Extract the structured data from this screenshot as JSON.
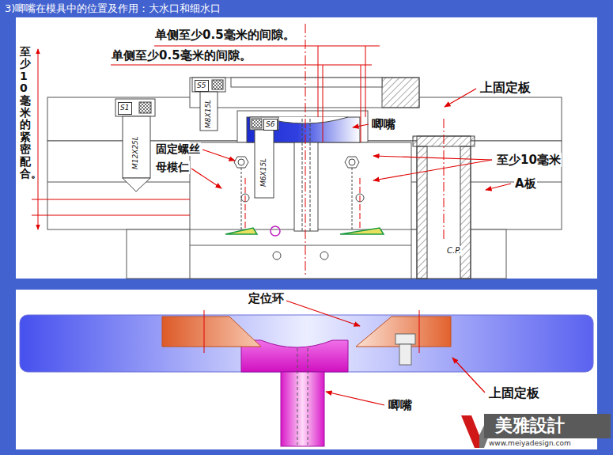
{
  "diagram": {
    "title": "3)唧嘴在模具中的位置及作用：大水口和细水口",
    "nodes": [
      {
        "text": [
          "S1"
        ]
      },
      {
        "text": [
          "S5"
        ]
      },
      {
        "text": [
          "S6"
        ]
      }
    ],
    "labels": [
      "单侧至少0.5毫米的间隙。",
      "单侧至少0.5毫米的间隙。",
      "至少10毫米的紧密配合。",
      "上固定板",
      "唧嘴",
      "固定螺丝",
      "母模仁",
      "至少10毫米",
      "A板",
      "M12X25L",
      "M8X15L",
      "M6X15L",
      "C.P.",
      "定位环",
      "上固定板",
      "唧嘴",
      "美雅設計",
      "www.meiyadesign.com"
    ]
  }
}
